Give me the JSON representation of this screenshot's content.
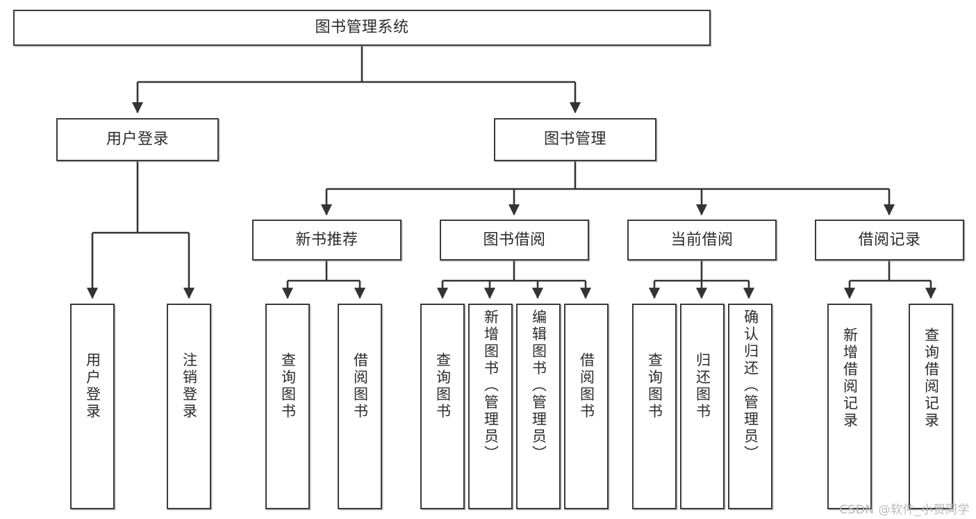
{
  "diagram": {
    "type": "tree-hierarchy",
    "title": "图书管理系统",
    "watermark": "CSDN @软件_小贺同学",
    "colors": {
      "box_border": "#3a3a3a",
      "box_fill": "#ffffff",
      "edge": "#333333",
      "text": "#2b2b2b",
      "watermark": "#b9b9b9",
      "background": "#ffffff"
    },
    "levels": {
      "root": {
        "label": "图书管理系统"
      },
      "level2": [
        {
          "id": "user-login",
          "label": "用户登录"
        },
        {
          "id": "book-management",
          "label": "图书管理"
        }
      ],
      "level3": [
        {
          "id": "new-book-recommend",
          "label": "新书推荐",
          "parent": "book-management"
        },
        {
          "id": "book-borrow",
          "label": "图书借阅",
          "parent": "book-management"
        },
        {
          "id": "current-borrow",
          "label": "当前借阅",
          "parent": "book-management"
        },
        {
          "id": "borrow-record",
          "label": "借阅记录",
          "parent": "book-management"
        }
      ],
      "leaves": [
        {
          "id": "leaf-user-login",
          "label": "用户登录",
          "parent": "user-login"
        },
        {
          "id": "leaf-logout-login",
          "label": "注销登录",
          "parent": "user-login"
        },
        {
          "id": "leaf-query-book-1",
          "label": "查询图书",
          "parent": "new-book-recommend"
        },
        {
          "id": "leaf-borrow-book-1",
          "label": "借阅图书",
          "parent": "new-book-recommend"
        },
        {
          "id": "leaf-query-book-2",
          "label": "查询图书",
          "parent": "book-borrow"
        },
        {
          "id": "leaf-add-book",
          "label": "新增图书（管理员）",
          "parent": "book-borrow"
        },
        {
          "id": "leaf-edit-book",
          "label": "编辑图书（管理员）",
          "parent": "book-borrow"
        },
        {
          "id": "leaf-borrow-book-2",
          "label": "借阅图书",
          "parent": "book-borrow"
        },
        {
          "id": "leaf-query-book-3",
          "label": "查询图书",
          "parent": "current-borrow"
        },
        {
          "id": "leaf-return-book",
          "label": "归还图书",
          "parent": "current-borrow"
        },
        {
          "id": "leaf-confirm-return",
          "label": "确认归还（管理员）",
          "parent": "current-borrow"
        },
        {
          "id": "leaf-add-record",
          "label": "新增借阅记录",
          "parent": "borrow-record"
        },
        {
          "id": "leaf-query-record",
          "label": "查询借阅记录",
          "parent": "borrow-record"
        }
      ]
    }
  }
}
